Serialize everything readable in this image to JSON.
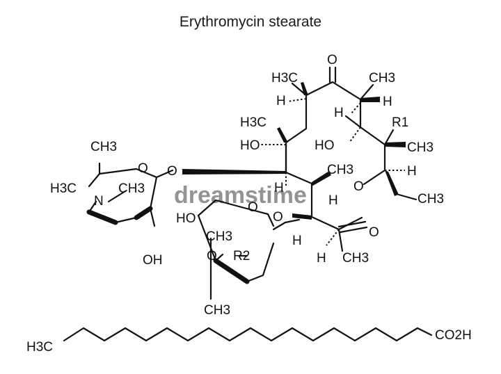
{
  "title": "Erythromycin stearate",
  "labels": {
    "o_carbonyl": "O",
    "h3c_top": "H3C",
    "ch3_top": "CH3",
    "h_top_left": "H",
    "h_top_right": "H",
    "h3c_mid": "H3C",
    "h_c11": "H",
    "r1": "R1",
    "ho_c12": "HO",
    "ho_c11": "HO",
    "ch3_c12": "CH3",
    "ch3_c8": "CH3",
    "h_c6": "H",
    "h_c8": "H",
    "o_ring": "O",
    "h_c13": "H",
    "ch3_ethyl": "CH3",
    "ch3_sugar_top": "CH3",
    "o_sugar1": "O",
    "o_glyco": "O",
    "h3c_n": "H3C",
    "n": "N",
    "ch3_n": "CH3",
    "oh_sugar1": "OH",
    "ho_sugar2": "HO",
    "o_sugar2": "O",
    "o_glyco2": "O",
    "ch3_sugar2": "CH3",
    "o_r2": "O",
    "r2": "R2",
    "ch3_sugar2_bottom": "CH3",
    "h_c3": "H",
    "h_c2": "H",
    "o_lactone": "O",
    "ch3_c2": "CH3",
    "h3c_chain": "H3C",
    "co2h": "CO2H"
  },
  "watermark": "dreamstime"
}
